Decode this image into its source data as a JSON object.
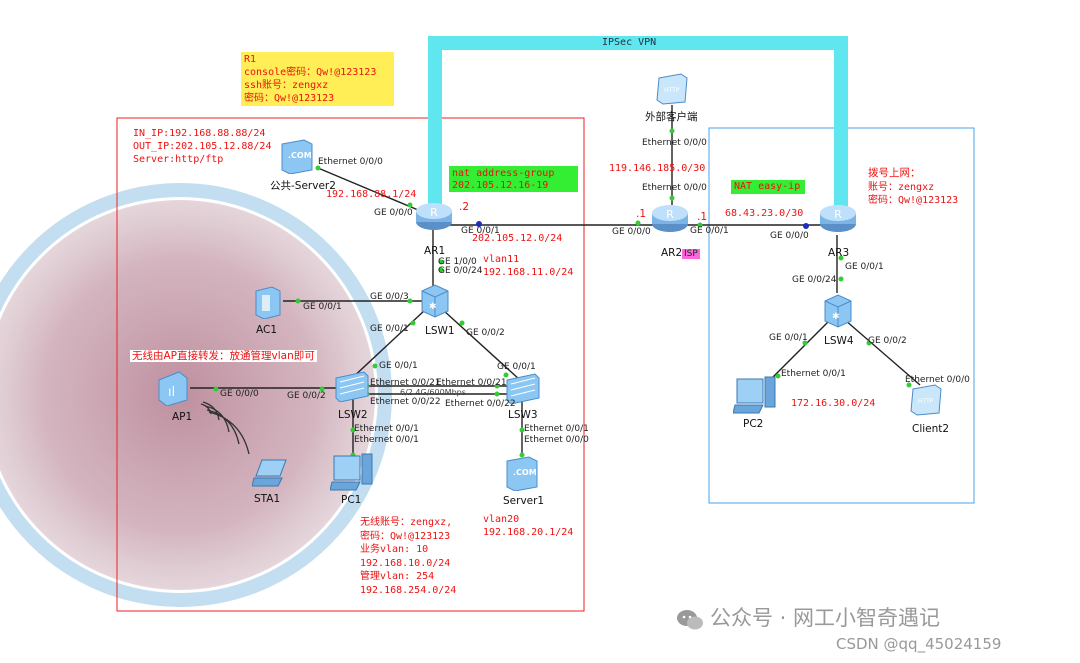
{
  "links": {
    "ipsec_label": "IPSec VPN",
    "lsw2_lsw3_label": "6/2.4G/600Mbps"
  },
  "devices": {
    "r1": "AR1",
    "r2": "AR2",
    "r3": "AR3",
    "lsw1": "LSW1",
    "lsw2": "LSW2",
    "lsw3": "LSW3",
    "lsw4": "LSW4",
    "ac1": "AC1",
    "ap1": "AP1",
    "sta1": "STA1",
    "pc1": "PC1",
    "pc2": "PC2",
    "server1": "Server1",
    "server2": "公共-Server2",
    "client_ext": "外部客户端",
    "client2": "Client2",
    "isp": "ISP"
  },
  "ports": {
    "server2_eth": "Ethernet 0/0/0",
    "r1_ge000": "GE 0/0/0",
    "r1_ge001": "GE 0/0/1",
    "r1_ge100": "GE 1/0/0",
    "lsw1_ge024": "GE 0/0/24",
    "ac1_ge001": "GE 0/0/1",
    "lsw1_ge003": "GE 0/0/3",
    "lsw1_ge001": "GE 0/0/1",
    "lsw1_ge002": "GE 0/0/2",
    "lsw2_ge001": "GE 0/0/1",
    "lsw3_ge001": "GE 0/0/1",
    "ap1_ge000": "GE 0/0/0",
    "lsw2_ge002": "GE 0/0/2",
    "lsw2_eth021": "Ethernet 0/0/21",
    "lsw2_eth022": "Ethernet 0/0/22",
    "lsw3_eth021": "Ethernet 0/0/21",
    "lsw3_eth022": "Ethernet 0/0/22",
    "lsw2_eth001": "Ethernet 0/0/1",
    "pc1_eth001": "Ethernet 0/0/1",
    "lsw3_eth001": "Ethernet 0/0/1",
    "server1_eth000": "Ethernet 0/0/0",
    "client_eth000": "Ethernet 0/0/0",
    "r2_eth000": "Ethernet 0/0/0",
    "r2_ge000": "GE 0/0/0",
    "r2_ge001": "GE 0/0/1",
    "r3_ge000": "GE 0/0/0",
    "r3_ge001": "GE 0/0/1",
    "lsw4_ge024": "GE 0/0/24",
    "lsw4_ge001": "GE 0/0/1",
    "lsw4_ge002": "GE 0/0/2",
    "pc2_eth001": "Ethernet 0/0/1",
    "client2_eth000": "Ethernet 0/0/0",
    "dot2": ".2",
    "dot1a": ".1",
    "dot1b": ".1"
  },
  "notes": {
    "r1_title": "R1",
    "r1_console": "console密码：Qw!@123123",
    "r1_ssh": "ssh账号：zengxz",
    "r1_pass": "密码：Qw!@123123",
    "in_ip": "IN_IP:192.168.88.88/24",
    "out_ip": "OUT_IP:202.105.12.88/24",
    "server": "Server:http/ftp",
    "net_88": "192.168.88.1/24",
    "nat_group": "nat address-group",
    "nat_range": "202.105.12.16-19",
    "net_202": "202.105.12.0/24",
    "vlan11": "vlan11",
    "net_11": "192.168.11.0/24",
    "wireless_note": "无线由AP直接转发：放通管理vlan即可",
    "wlan_account": "无线账号：zengxz,",
    "wlan_pass": "密码：Qw!@123123",
    "biz_vlan": "业务vlan: 10",
    "net_10": "192.168.10.0/24",
    "mgmt_vlan": "管理vlan: 254",
    "net_254": "192.168.254.0/24",
    "vlan20": "vlan20",
    "net_20": "192.168.20.1/24",
    "net_119": "119.146.185.0/30",
    "nat_easy": "NAT easy-ip",
    "net_68": "68.43.23.0/30",
    "dial": "拨号上网：",
    "dial_acc": "账号：zengxz",
    "dial_pass": "密码：Qw!@123123",
    "net_172": "172.16.30.0/24"
  },
  "watermark": {
    "line1": "公众号 · 网工小智奇遇记",
    "line2": "CSDN @qq_45024159"
  },
  "colors": {
    "ipsec": "#5fe6ef",
    "red_zone": "#e22",
    "blue_zone": "#4aa3e8",
    "yellow_note": "#ffee55",
    "green_note": "#33ee33",
    "isp_badge": "#ff66dd",
    "annotation": "#e11"
  }
}
